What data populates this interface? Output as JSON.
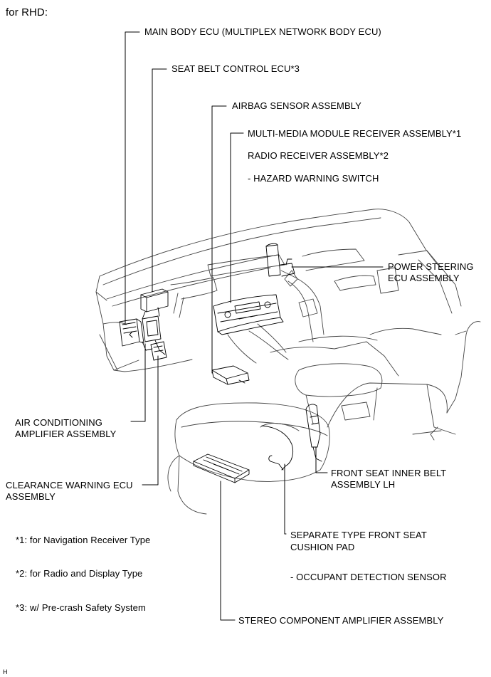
{
  "header": {
    "title": "for RHD:"
  },
  "callouts": {
    "main_body_ecu": "MAIN BODY ECU (MULTIPLEX NETWORK BODY ECU)",
    "seat_belt_control_ecu": "SEAT BELT CONTROL ECU*3",
    "airbag_sensor": "AIRBAG SENSOR ASSEMBLY",
    "multimedia_module": "MULTI-MEDIA MODULE RECEIVER ASSEMBLY*1",
    "radio_receiver": "RADIO RECEIVER ASSEMBLY*2",
    "hazard_switch": "- HAZARD WARNING SWITCH",
    "power_steering_1": "POWER STEERING",
    "power_steering_2": "ECU ASSEMBLY",
    "air_conditioning_1": "AIR CONDITIONING",
    "air_conditioning_2": "AMPLIFIER ASSEMBLY",
    "front_seat_belt_1": "FRONT SEAT INNER BELT",
    "front_seat_belt_2": "ASSEMBLY LH",
    "clearance_warning_1": "CLEARANCE WARNING ECU",
    "clearance_warning_2": "ASSEMBLY",
    "seat_cushion_pad_1": "SEPARATE TYPE FRONT SEAT",
    "seat_cushion_pad_2": "CUSHION PAD",
    "occupant_sensor": "- OCCUPANT DETECTION SENSOR",
    "stereo_amplifier": "STEREO COMPONENT AMPLIFIER ASSEMBLY"
  },
  "footnotes": {
    "note1": "*1: for Navigation Receiver Type",
    "note2": "*2: for Radio and Display Type",
    "note3": "*3: w/ Pre-crash Safety System"
  },
  "corner_mark": "H"
}
